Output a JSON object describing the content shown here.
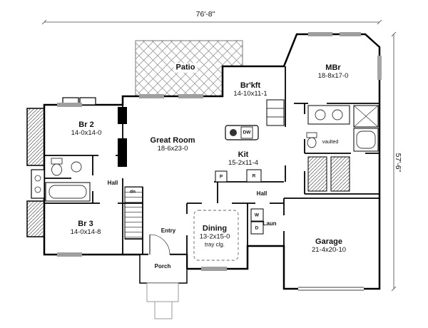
{
  "dimensions": {
    "width": "76'-8\"",
    "height": "57'-6\""
  },
  "rooms": {
    "patio": {
      "name": "Patio"
    },
    "mbr": {
      "name": "MBr",
      "size": "18-8x17-0"
    },
    "brkft": {
      "name": "Br'kft",
      "size": "14-10x11-1"
    },
    "br2": {
      "name": "Br 2",
      "size": "14-0x14-0"
    },
    "great_room": {
      "name": "Great Room",
      "size": "18-6x23-0"
    },
    "kit": {
      "name": "Kit",
      "size": "15-2x11-4"
    },
    "hall_west": {
      "name": "Hall"
    },
    "hall_east": {
      "name": "Hall"
    },
    "br3": {
      "name": "Br 3",
      "size": "14-0x14-8"
    },
    "entry": {
      "name": "Entry"
    },
    "dining": {
      "name": "Dining",
      "size": "13-2x15-0",
      "note": "tray clg."
    },
    "laundry": {
      "name": "Laun"
    },
    "garage": {
      "name": "Garage",
      "size": "21-4x20-10"
    },
    "porch": {
      "name": "Porch"
    },
    "master_bath": {
      "note": "vaulted"
    }
  },
  "annotations": {
    "stairs_dn": "dn",
    "dishwasher": "DW",
    "pantry": "P",
    "range": "R",
    "washer": "W",
    "dryer": "D"
  }
}
